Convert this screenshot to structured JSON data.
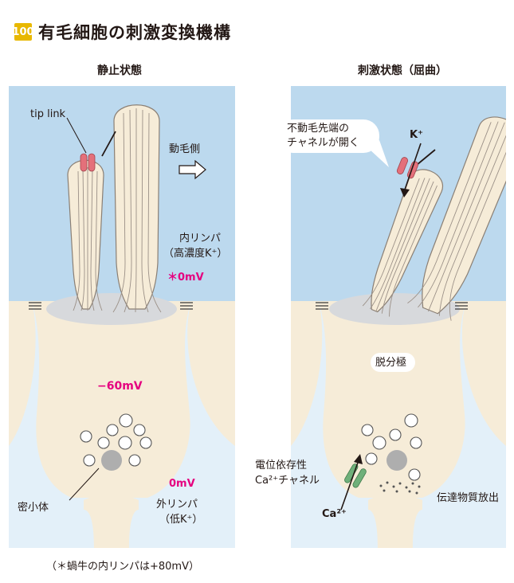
{
  "header": {
    "number": "100",
    "title": "有毛細胞の刺激変換機構"
  },
  "rest_panel": {
    "title": "静止状態",
    "tip_link": "tip link",
    "direction": "動毛側",
    "endolymph_line1": "内リンパ",
    "endolymph_line2": "（高濃度K⁺）",
    "endolymph_potential": "＊0mV",
    "cell_potential": "−60mV",
    "perilymph_potential": "0mV",
    "perilymph_line1": "外リンパ",
    "perilymph_line2": "（低K⁺）",
    "dense_body": "密小体"
  },
  "stim_panel": {
    "title": "刺激状態（屈曲）",
    "callout_line1": "不動毛先端の",
    "callout_line2": "チャネルが開く",
    "k_ion": "K⁺",
    "depolarization": "脱分極",
    "vg_line1": "電位依存性",
    "vg_line2": "Ca²⁺チャネル",
    "ca_ion": "Ca²⁺",
    "release": "伝達物質放出"
  },
  "footnote": "（＊蝸牛の内リンパは+80mV）",
  "colors": {
    "endolymph": "#bcd9ee",
    "perilymph": "#e3f0f9",
    "cell": "#f6ecd8",
    "accent_pink": "#e5007f",
    "channel_red": "#e4707a",
    "channel_green": "#6fb07a",
    "header_badge": "#e8b800"
  }
}
